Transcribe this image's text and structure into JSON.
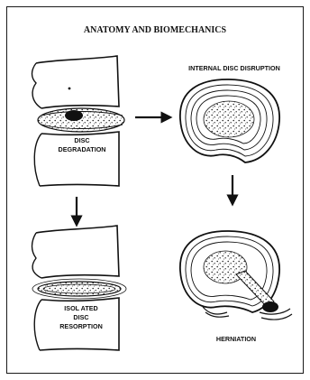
{
  "figure": {
    "title": "ANATOMY AND BIOMECHANICS",
    "labels": {
      "disc_degradation": [
        "DISC",
        "DEGRADATION"
      ],
      "internal_disc_disruption": "INTERNAL DISC DISRUPTION",
      "isolated_disc_resorption": [
        "ISOL ATED",
        "DISC",
        "RESORPTION"
      ],
      "herniation": "HERNIATION"
    },
    "ink_color": "#111111",
    "background_color": "#ffffff"
  }
}
